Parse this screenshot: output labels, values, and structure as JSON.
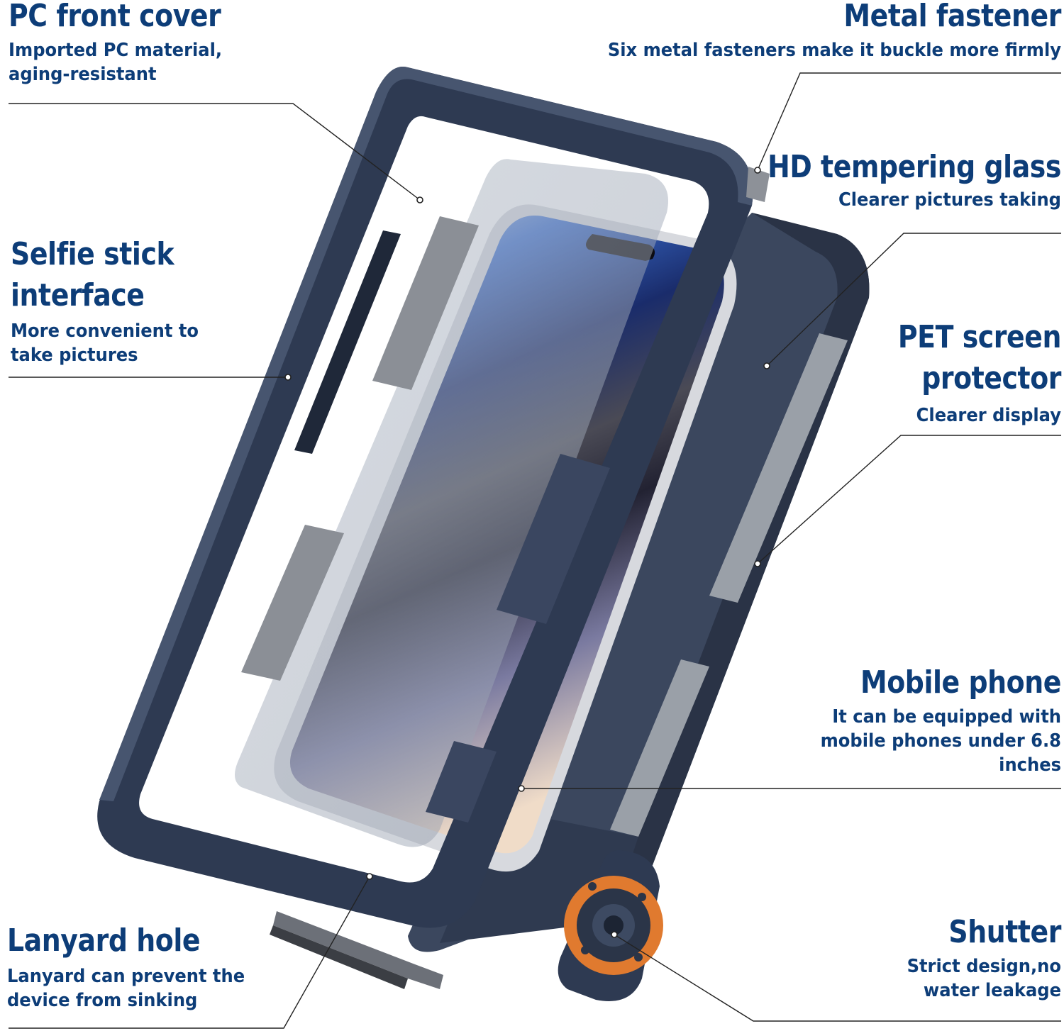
{
  "callouts": {
    "pc_front_cover": {
      "title": "PC front cover",
      "desc": "Imported PC material,\naging-resistant"
    },
    "metal_fastener": {
      "title": "Metal fastener",
      "desc": "Six metal fasteners make it buckle more firmly"
    },
    "hd_glass": {
      "title": "HD tempering glass",
      "desc": "Clearer pictures taking"
    },
    "selfie_stick": {
      "title": "Selfie stick\ninterface",
      "desc": "More convenient to\ntake pictures"
    },
    "pet_protector": {
      "title": "PET screen\nprotector",
      "desc": "Clearer display"
    },
    "mobile_phone": {
      "title": "Mobile phone",
      "desc": "It can be equipped with\nmobile phones under 6.8\ninches"
    },
    "lanyard_hole": {
      "title": "Lanyard hole",
      "desc": "Lanyard can prevent the\ndevice from sinking"
    },
    "shutter": {
      "title": "Shutter",
      "desc": "Strict design,no\nwater leakage"
    }
  },
  "colors": {
    "text": "#0d3d78",
    "frame": "#2e3a52",
    "frame_highlight": "#47556f",
    "accent": "#e07a2f",
    "leader": "#222222"
  }
}
